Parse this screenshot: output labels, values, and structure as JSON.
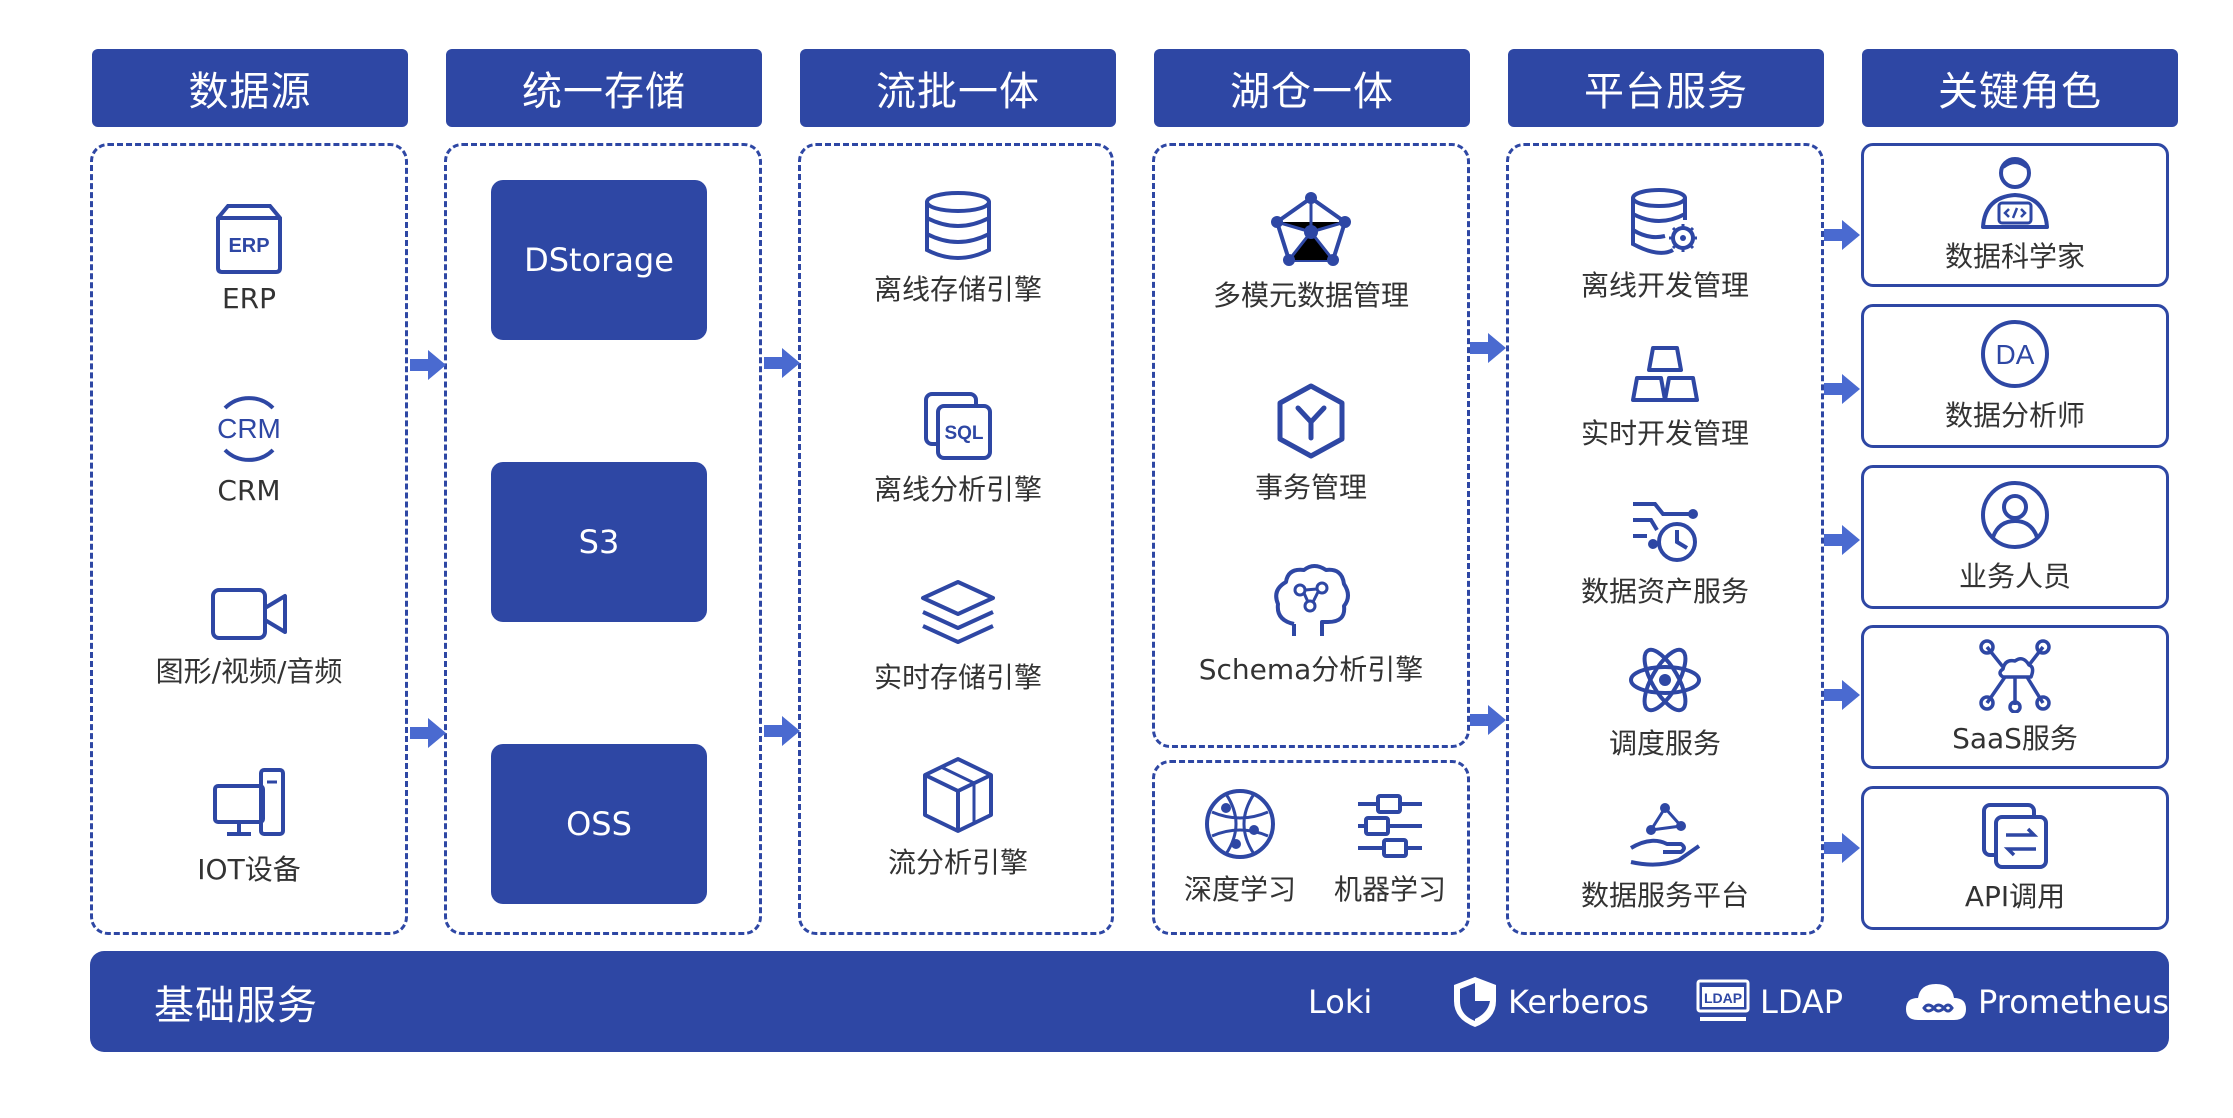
{
  "headers": [
    "数据源",
    "统一存储",
    "流批一体",
    "湖仓一体",
    "平台服务",
    "关键角色"
  ],
  "sources": [
    {
      "label": "ERP",
      "icon": "erp-icon",
      "icon_text": "ERP"
    },
    {
      "label": "CRM",
      "icon": "crm-icon",
      "icon_text": "CRM"
    },
    {
      "label": "图形/视频/音频",
      "icon": "video-camera-icon"
    },
    {
      "label": "IOT设备",
      "icon": "iot-device-icon"
    }
  ],
  "storage": [
    "DStorage",
    "S3",
    "OSS"
  ],
  "stream_batch": [
    {
      "label": "离线存储引擎",
      "icon": "database-icon"
    },
    {
      "label": "离线分析引擎",
      "icon": "sql-icon",
      "icon_text": "SQL"
    },
    {
      "label": "实时存储引擎",
      "icon": "layers-icon"
    },
    {
      "label": "流分析引擎",
      "icon": "cube-icon"
    }
  ],
  "lakehouse": [
    {
      "label": "多模元数据管理",
      "icon": "network-pentagon-icon"
    },
    {
      "label": "事务管理",
      "icon": "hexagon-y-icon"
    },
    {
      "label": "Schema分析引擎",
      "icon": "brain-icon"
    }
  ],
  "ml": [
    {
      "label": "深度学习",
      "icon": "globe-network-icon"
    },
    {
      "label": "机器学习",
      "icon": "sliders-icon"
    }
  ],
  "platform": [
    {
      "label": "离线开发管理",
      "icon": "database-gear-icon"
    },
    {
      "label": "实时开发管理",
      "icon": "gold-bars-icon"
    },
    {
      "label": "数据资产服务",
      "icon": "asset-clock-icon"
    },
    {
      "label": "调度服务",
      "icon": "atom-icon"
    },
    {
      "label": "数据服务平台",
      "icon": "hand-network-icon"
    }
  ],
  "roles": [
    {
      "label": "数据科学家",
      "icon": "scientist-icon"
    },
    {
      "label": "数据分析师",
      "icon": "analyst-da-icon",
      "icon_text": "DA"
    },
    {
      "label": "业务人员",
      "icon": "user-circle-icon"
    },
    {
      "label": "SaaS服务",
      "icon": "saas-network-icon"
    },
    {
      "label": "API调用",
      "icon": "api-icon"
    }
  ],
  "base": {
    "title": "基础服务",
    "tools": [
      {
        "label": "Loki",
        "icon": ""
      },
      {
        "label": "Kerberos",
        "icon": "shield-icon"
      },
      {
        "label": "LDAP",
        "icon": "ldap-icon",
        "icon_text": "LDAP"
      },
      {
        "label": "Prometheus",
        "icon": "cloud-icon"
      }
    ]
  },
  "colors": {
    "primary": "#2e47a4",
    "arrow": "#4a6ad0",
    "background": "#ffffff"
  }
}
